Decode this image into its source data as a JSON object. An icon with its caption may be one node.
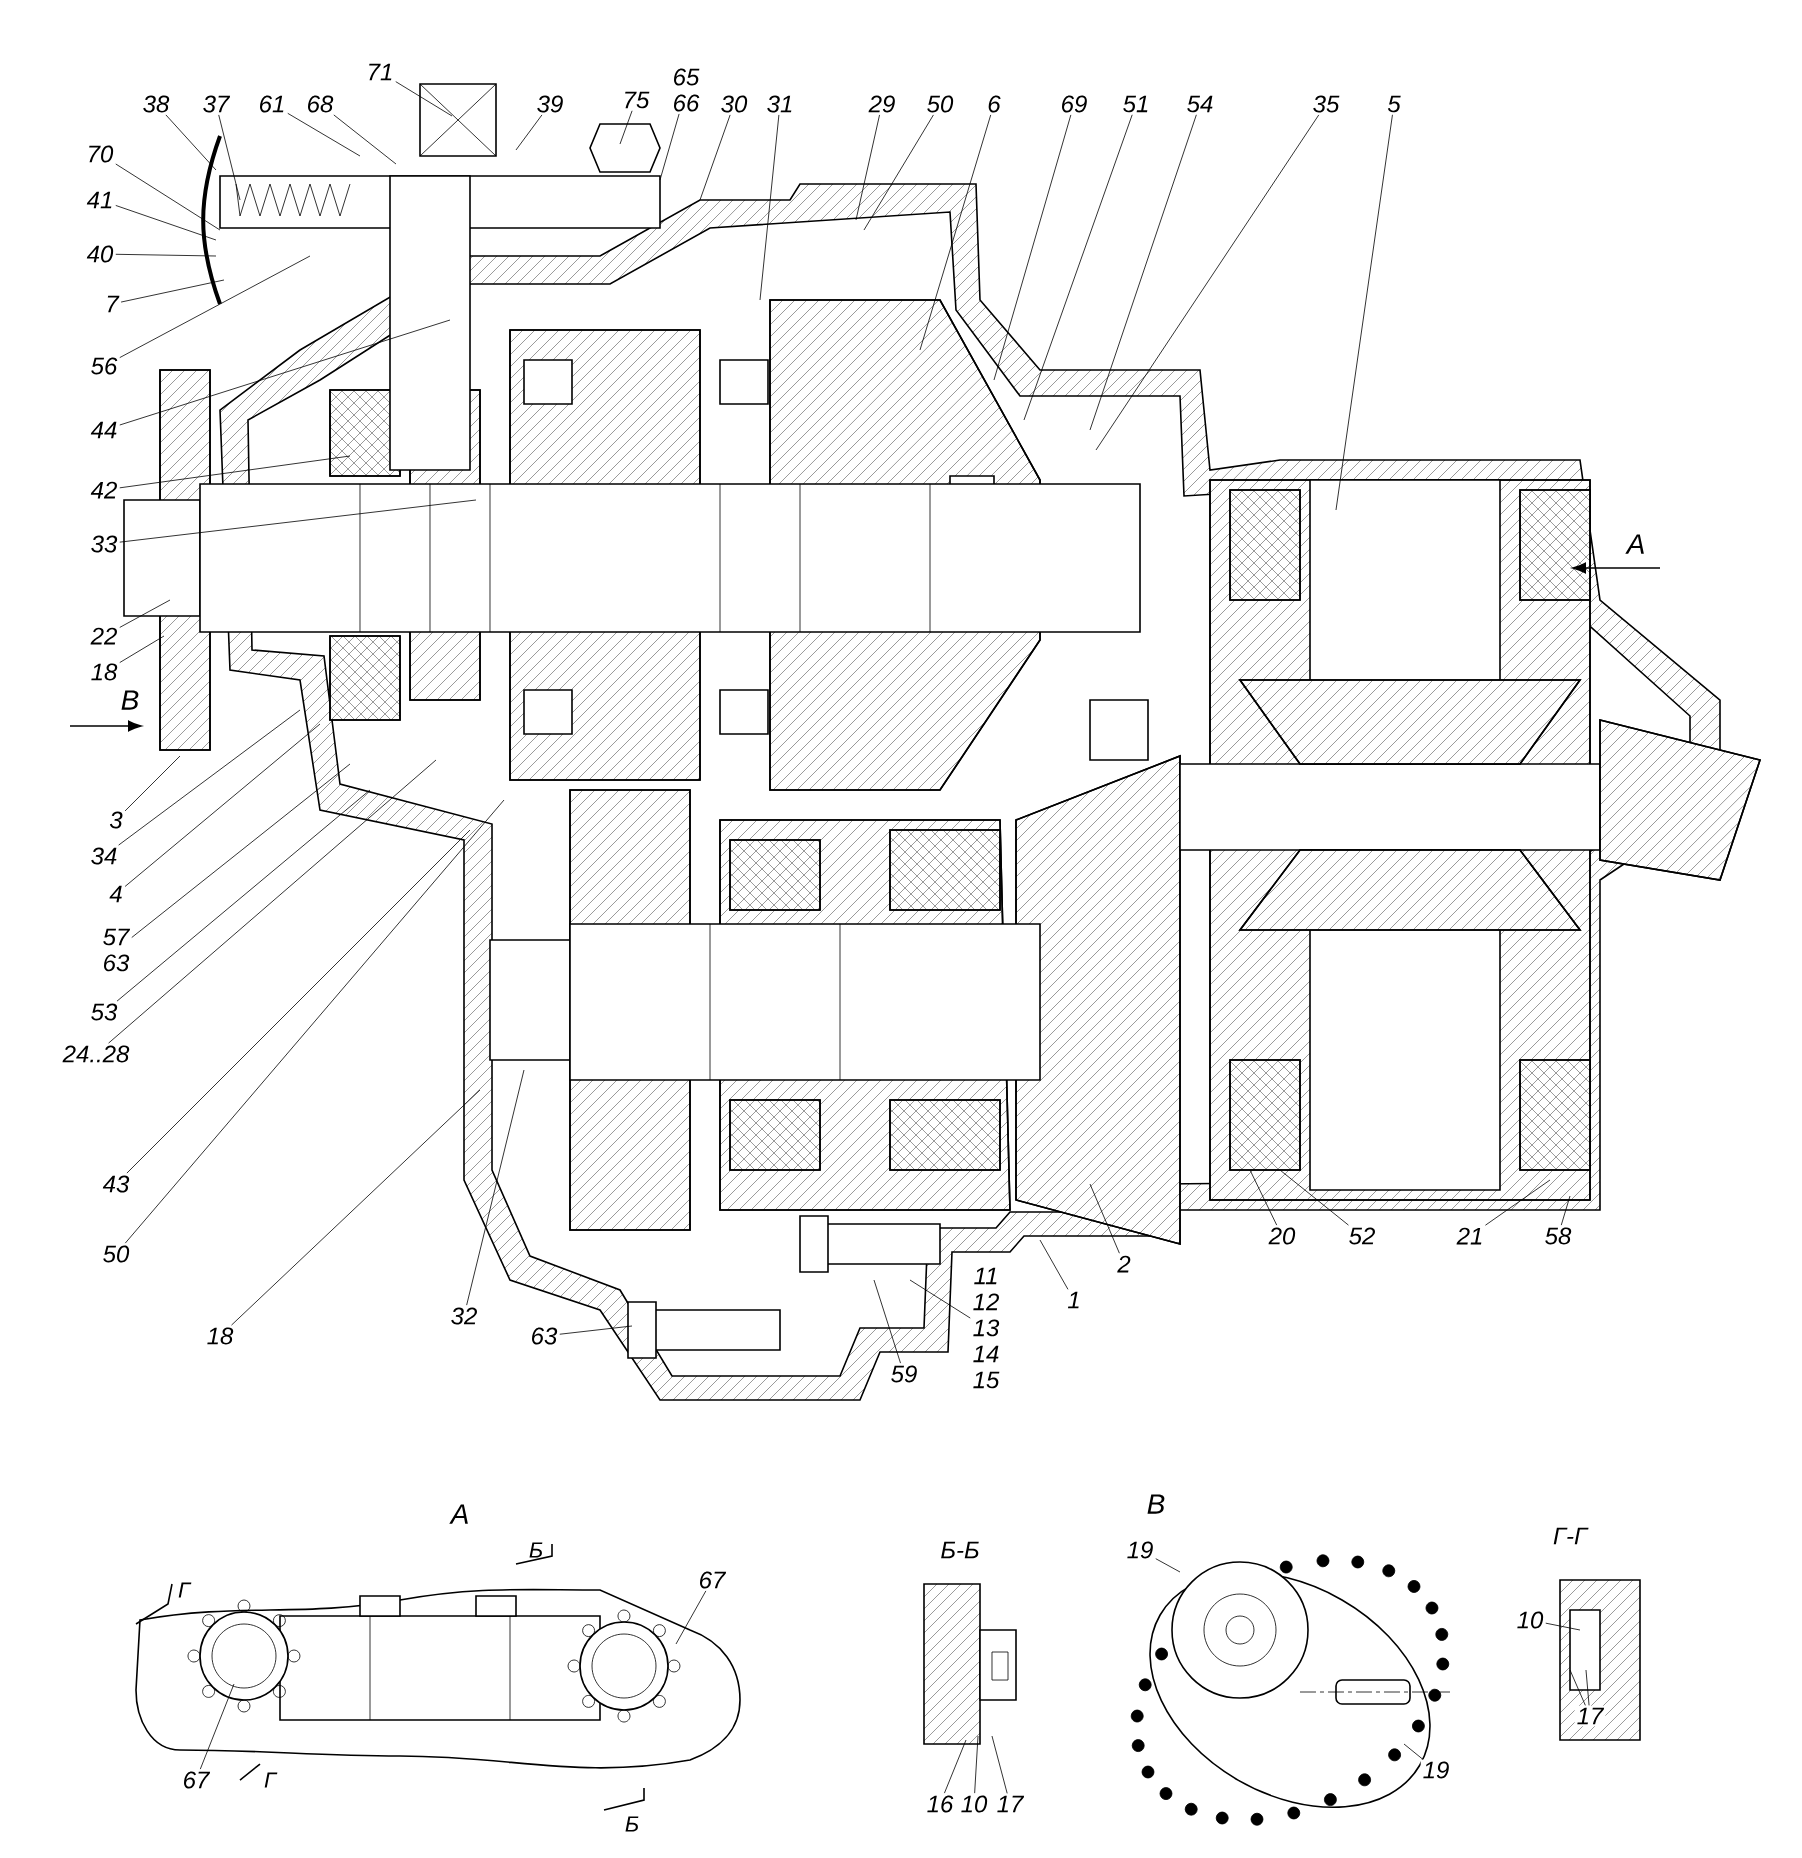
{
  "diagram": {
    "nodes": [
      {
        "text": [
          "38"
        ]
      },
      {
        "text": [
          "37"
        ]
      },
      {
        "text": [
          "61"
        ]
      },
      {
        "text": [
          "68"
        ]
      },
      {
        "text": [
          "71"
        ]
      },
      {
        "text": [
          "39"
        ]
      },
      {
        "text": [
          "75"
        ]
      },
      {
        "text": [
          "65",
          "66"
        ]
      },
      {
        "text": [
          "30"
        ]
      },
      {
        "text": [
          "31"
        ]
      },
      {
        "text": [
          "29"
        ]
      },
      {
        "text": [
          "50"
        ]
      },
      {
        "text": [
          "6"
        ]
      },
      {
        "text": [
          "69"
        ]
      },
      {
        "text": [
          "51"
        ]
      },
      {
        "text": [
          "54"
        ]
      },
      {
        "text": [
          "35"
        ]
      },
      {
        "text": [
          "5"
        ]
      },
      {
        "text": [
          "70"
        ]
      },
      {
        "text": [
          "41"
        ]
      },
      {
        "text": [
          "40"
        ]
      },
      {
        "text": [
          "7"
        ]
      },
      {
        "text": [
          "56"
        ]
      },
      {
        "text": [
          "44"
        ]
      },
      {
        "text": [
          "42"
        ]
      },
      {
        "text": [
          "33"
        ]
      },
      {
        "text": [
          "22"
        ]
      },
      {
        "text": [
          "18"
        ]
      },
      {
        "text": [
          "3"
        ]
      },
      {
        "text": [
          "34"
        ]
      },
      {
        "text": [
          "4"
        ]
      },
      {
        "text": [
          "57",
          "63"
        ]
      },
      {
        "text": [
          "53"
        ]
      },
      {
        "text": [
          "24..28"
        ]
      },
      {
        "text": [
          "43"
        ]
      },
      {
        "text": [
          "50"
        ]
      },
      {
        "text": [
          "18"
        ]
      },
      {
        "text": [
          "32"
        ]
      },
      {
        "text": [
          "63"
        ]
      },
      {
        "text": [
          "59"
        ]
      },
      {
        "text": [
          "11",
          "12",
          "13",
          "14",
          "15"
        ]
      },
      {
        "text": [
          "1"
        ]
      },
      {
        "text": [
          "2"
        ]
      },
      {
        "text": [
          "20"
        ]
      },
      {
        "text": [
          "52"
        ]
      },
      {
        "text": [
          "21"
        ]
      },
      {
        "text": [
          "58"
        ]
      },
      {
        "text": [
          "67"
        ]
      },
      {
        "text": [
          "67"
        ]
      },
      {
        "text": [
          "16"
        ]
      },
      {
        "text": [
          "10"
        ]
      },
      {
        "text": [
          "17"
        ]
      },
      {
        "text": [
          "19"
        ]
      },
      {
        "text": [
          "19"
        ]
      },
      {
        "text": [
          "10"
        ]
      },
      {
        "text": [
          "17"
        ]
      }
    ],
    "edges": [
      {
        "from": 0,
        "to": null,
        "arrow": "none"
      },
      {
        "from": 1,
        "to": null,
        "arrow": "none"
      },
      {
        "from": 2,
        "to": null,
        "arrow": "none"
      },
      {
        "from": 3,
        "to": null,
        "arrow": "none"
      },
      {
        "from": 4,
        "to": null,
        "arrow": "none"
      },
      {
        "from": 5,
        "to": null,
        "arrow": "none"
      },
      {
        "from": 6,
        "to": null,
        "arrow": "none"
      },
      {
        "from": 7,
        "to": null,
        "arrow": "none"
      },
      {
        "from": 8,
        "to": null,
        "arrow": "none"
      },
      {
        "from": 9,
        "to": null,
        "arrow": "none"
      },
      {
        "from": 10,
        "to": null,
        "arrow": "none"
      },
      {
        "from": 11,
        "to": null,
        "arrow": "none"
      },
      {
        "from": 12,
        "to": null,
        "arrow": "none"
      },
      {
        "from": 13,
        "to": null,
        "arrow": "none"
      },
      {
        "from": 14,
        "to": null,
        "arrow": "none"
      },
      {
        "from": 15,
        "to": null,
        "arrow": "none"
      },
      {
        "from": 16,
        "to": null,
        "arrow": "none"
      },
      {
        "from": 17,
        "to": null,
        "arrow": "none"
      },
      {
        "from": 18,
        "to": null,
        "arrow": "none"
      },
      {
        "from": 19,
        "to": null,
        "arrow": "none"
      },
      {
        "from": 20,
        "to": null,
        "arrow": "none"
      },
      {
        "from": 21,
        "to": null,
        "arrow": "none"
      },
      {
        "from": 22,
        "to": null,
        "arrow": "none"
      },
      {
        "from": 23,
        "to": null,
        "arrow": "none"
      },
      {
        "from": 24,
        "to": null,
        "arrow": "none"
      },
      {
        "from": 25,
        "to": null,
        "arrow": "none"
      },
      {
        "from": 26,
        "to": null,
        "arrow": "none"
      },
      {
        "from": 27,
        "to": null,
        "arrow": "none"
      },
      {
        "from": 28,
        "to": null,
        "arrow": "none"
      },
      {
        "from": 29,
        "to": null,
        "arrow": "none"
      },
      {
        "from": 30,
        "to": null,
        "arrow": "none"
      },
      {
        "from": 31,
        "to": null,
        "arrow": "none"
      },
      {
        "from": 32,
        "to": null,
        "arrow": "none"
      },
      {
        "from": 33,
        "to": null,
        "arrow": "none"
      },
      {
        "from": 34,
        "to": null,
        "arrow": "none"
      },
      {
        "from": 35,
        "to": null,
        "arrow": "none"
      },
      {
        "from": 36,
        "to": null,
        "arrow": "none"
      },
      {
        "from": 37,
        "to": null,
        "arrow": "none"
      },
      {
        "from": 38,
        "to": null,
        "arrow": "none"
      },
      {
        "from": 39,
        "to": null,
        "arrow": "none"
      },
      {
        "from": 40,
        "to": null,
        "arrow": "none"
      },
      {
        "from": 41,
        "to": null,
        "arrow": "none"
      },
      {
        "from": 42,
        "to": null,
        "arrow": "none"
      },
      {
        "from": 43,
        "to": null,
        "arrow": "none"
      },
      {
        "from": 44,
        "to": null,
        "arrow": "none"
      },
      {
        "from": 45,
        "to": null,
        "arrow": "none"
      },
      {
        "from": 46,
        "to": null,
        "arrow": "none"
      },
      {
        "from": 47,
        "to": null,
        "arrow": "none"
      },
      {
        "from": 48,
        "to": null,
        "arrow": "none"
      },
      {
        "from": 49,
        "to": null,
        "arrow": "none"
      },
      {
        "from": 50,
        "to": null,
        "arrow": "none"
      },
      {
        "from": 51,
        "to": null,
        "arrow": "none"
      },
      {
        "from": 52,
        "to": null,
        "arrow": "none"
      },
      {
        "from": 53,
        "to": null,
        "arrow": "none"
      },
      {
        "from": 54,
        "to": null,
        "arrow": "none"
      },
      {
        "from": 55,
        "to": null,
        "arrow": "none"
      },
      {
        "from": 55,
        "to": null,
        "arrow": "none"
      }
    ],
    "labels": [
      "А",
      "В",
      "В",
      "А",
      "Г-Г",
      "Б-Б",
      "Б",
      "Г",
      "Г",
      "Б"
    ]
  }
}
